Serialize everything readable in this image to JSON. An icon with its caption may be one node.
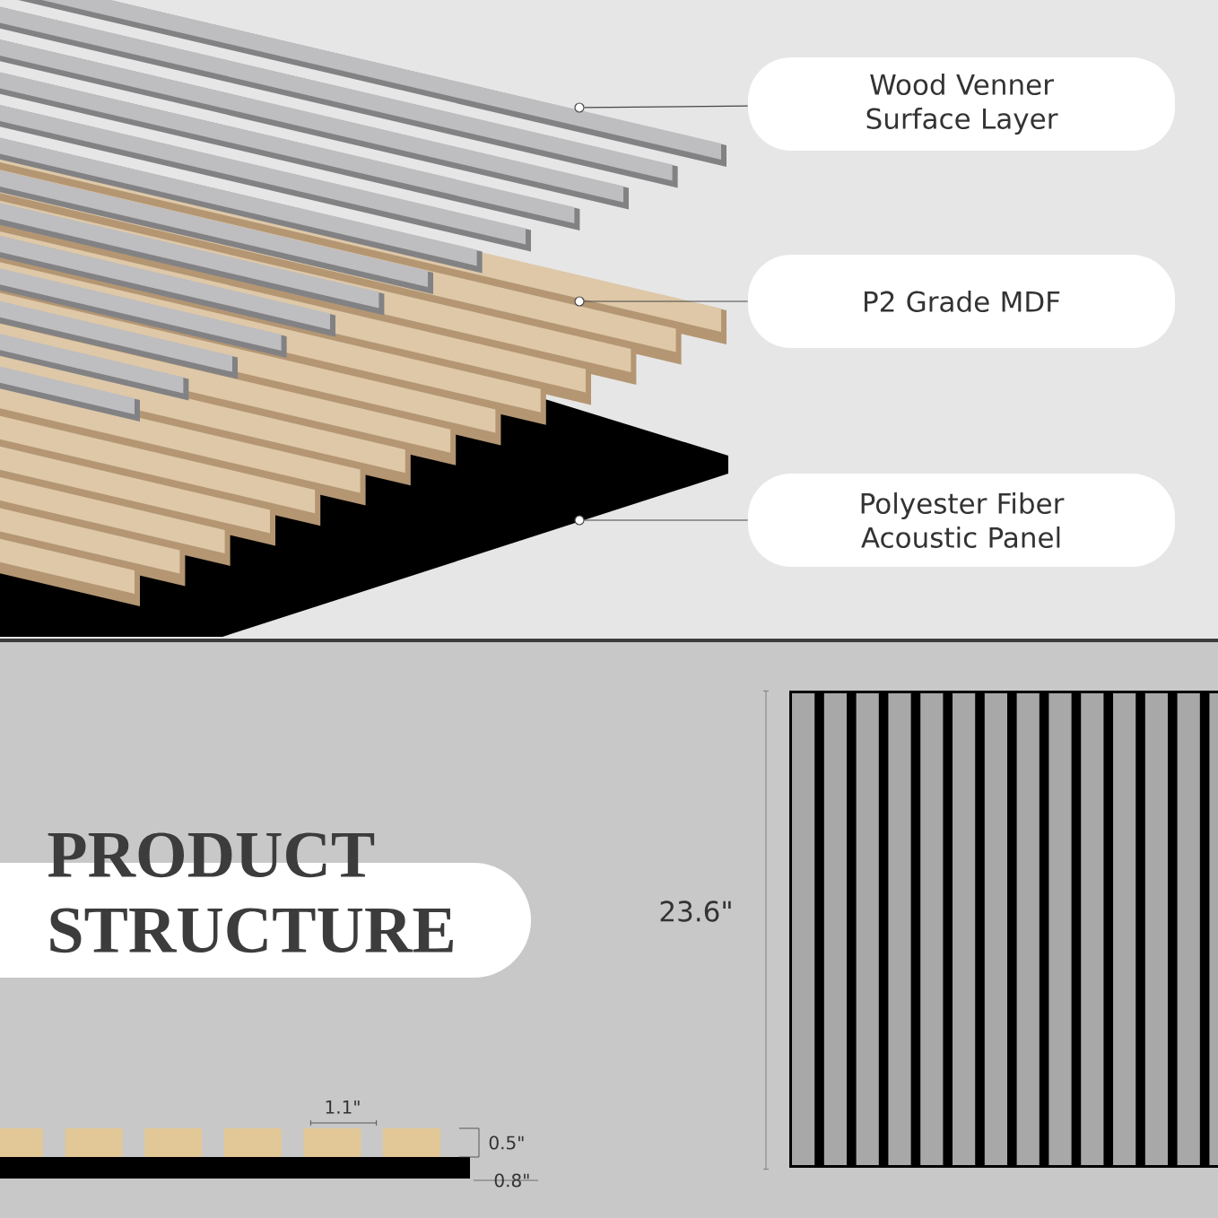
{
  "diagram": {
    "title": "PRODUCT STRUCTURE",
    "nodes": [
      {
        "text": [
          "Wood Venner Surface Layer"
        ]
      },
      {
        "text": [
          "P2 Grade MDF"
        ]
      },
      {
        "text": [
          "Polyester Fiber Acoustic Panel"
        ]
      },
      {
        "text": [],
        "shape": "circle"
      },
      {
        "text": [],
        "shape": "circle"
      },
      {
        "text": [],
        "shape": "circle"
      }
    ],
    "edges": [
      {
        "from": 0,
        "to": 3,
        "arrow": "none"
      },
      {
        "from": 1,
        "to": 4,
        "arrow": "none"
      },
      {
        "from": 2,
        "to": 5,
        "arrow": "none"
      }
    ],
    "labels": [
      "23.6\"",
      "1.1\"",
      "0.5\"",
      "0.8\""
    ]
  }
}
